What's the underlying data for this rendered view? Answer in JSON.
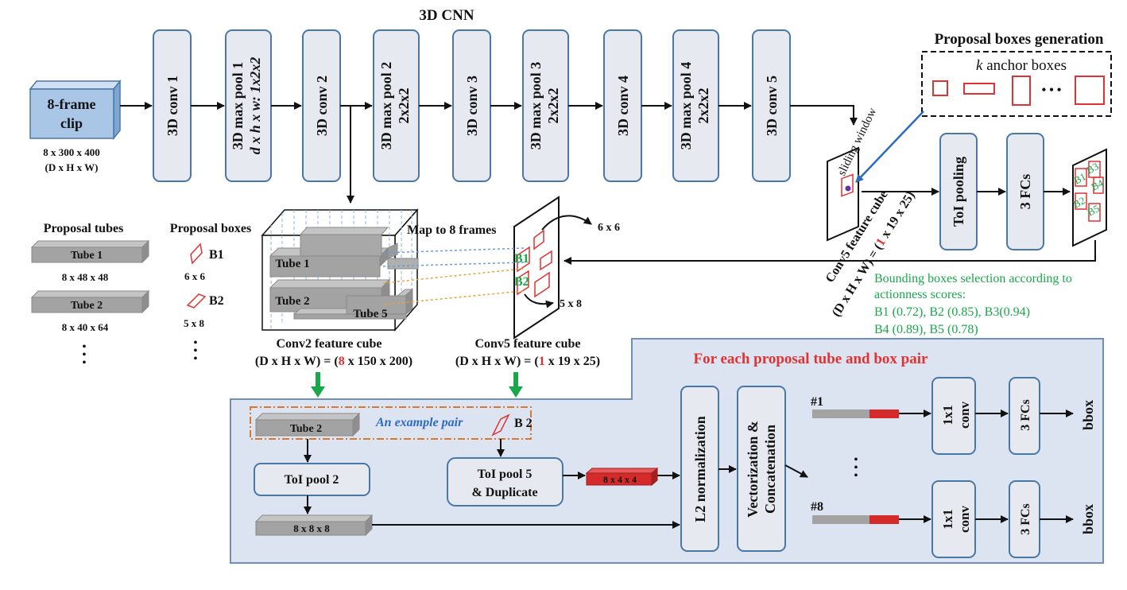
{
  "top": {
    "title": "3D CNN",
    "clip_label": [
      "8-frame",
      "clip"
    ],
    "clip_dims": [
      "8 x 300 x 400",
      "(D x H x W)"
    ],
    "layers": [
      [
        "3D conv 1"
      ],
      [
        "3D max pool 1",
        "d x h x w: 1x2x2"
      ],
      [
        "3D conv 2"
      ],
      [
        "3D max pool 2",
        "2x2x2"
      ],
      [
        "3D conv 3"
      ],
      [
        "3D max pool 3",
        "2x2x2"
      ],
      [
        "3D conv 4"
      ],
      [
        "3D max pool 4",
        "2x2x2"
      ],
      [
        "3D conv 5"
      ]
    ]
  },
  "proposal_gen": {
    "title": "Proposal boxes generation",
    "anchor_label_italic": "k",
    "anchor_label": " anchor boxes",
    "ellipsis": "• • •",
    "sliding_window": "sliding window",
    "conv5_caption": [
      "Conv5 feature cube",
      "(D x H x W) = (",
      "1",
      " x 19 x 25)"
    ],
    "toi_pooling": "ToI pooling",
    "fcs": "3 FCs",
    "box_ids": [
      "B1",
      "B3",
      "B4",
      "B2",
      "B5"
    ],
    "selection_text": [
      "Bounding boxes selection according to",
      "actionness scores:",
      "B1 (0.72), B2 (0.85), B3(0.94)",
      "B4 (0.89), B5 (0.78)"
    ]
  },
  "left": {
    "tubes_title": "Proposal tubes",
    "tubes": [
      {
        "label": "Tube 1",
        "dims": "8 x 48 x 48"
      },
      {
        "label": "Tube 2",
        "dims": "8 x 40 x 64"
      }
    ],
    "boxes_title": "Proposal boxes",
    "boxes": [
      {
        "label": "B1",
        "dims": "6 x 6"
      },
      {
        "label": "B2",
        "dims": "5 x 8"
      }
    ],
    "vdots": "•\n•\n•"
  },
  "middle": {
    "cube_tubes": [
      "Tube 1",
      "Tube 2",
      "Tube 5"
    ],
    "map_label": "Map to 8 frames",
    "frame_boxes": [
      "B1",
      "B2"
    ],
    "size_a": "6 x 6",
    "size_b": "5 x 8",
    "conv2_caption": [
      "Conv2 feature cube",
      "(D x H x W) = (",
      "8",
      " x 150 x 200)"
    ],
    "conv5_caption": [
      "Conv5 feature cube",
      "(D x H x W) = (",
      "1",
      " x 19 x 25)"
    ]
  },
  "bottom": {
    "title": "For each proposal tube and box pair",
    "example_tube": "Tube 2",
    "example_pair": "An example pair",
    "example_box": "B 2",
    "toi_pool2": "ToI pool 2",
    "toi_pool5": [
      "ToI pool 5",
      "& Duplicate"
    ],
    "out2": "8 x 8 x 8",
    "out5": "8 x 4 x 4",
    "l2": "L2 normalization",
    "vec": [
      "Vectorization &",
      "Concatenation"
    ],
    "branches": [
      {
        "id": "#1",
        "conv": [
          "1x1",
          "conv"
        ],
        "fcs": "3 FCs",
        "out": "bbox"
      },
      {
        "id": "#8",
        "conv": [
          "1x1",
          "conv"
        ],
        "fcs": "3 FCs",
        "out": "bbox"
      }
    ],
    "vdots": "•\n•\n•"
  },
  "colors": {
    "node_fill": "#e6e9f0",
    "node_stroke": "#4a78a6",
    "panel_fill": "#dce3f1",
    "panel_stroke": "#6f8fb6",
    "clip_fill": "#a9c6e6",
    "red": "#e03232",
    "green": "#18a84a",
    "orange": "#d9782f",
    "blue_italic": "#2e6bbf",
    "tube_gray": "#a3a3a3"
  }
}
